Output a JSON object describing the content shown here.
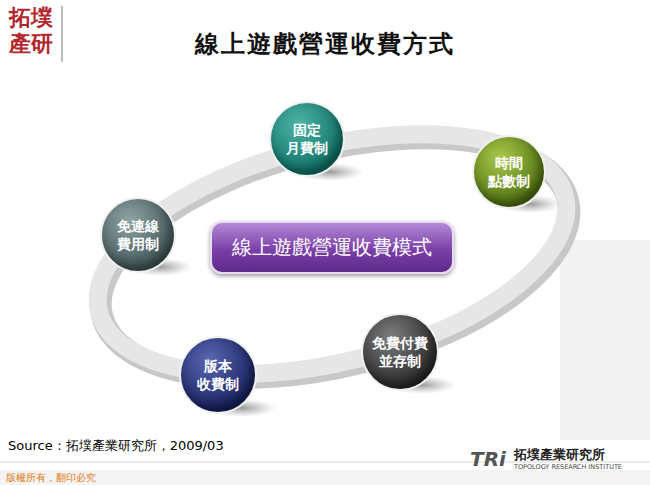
{
  "diagram": {
    "title": "線上遊戲營運收費方式",
    "nodes": [
      {
        "text": [
          "固定 月費制"
        ]
      },
      {
        "text": [
          "時間 點數制"
        ]
      },
      {
        "text": [
          "免連線 費用制"
        ]
      },
      {
        "text": [
          "線上遊戲營運收費模式"
        ]
      },
      {
        "text": [
          "免費付費 並存制"
        ]
      },
      {
        "text": [
          "版本 收費制"
        ]
      }
    ],
    "labels": [
      "拓墣產研",
      "Source：拓墣產業研究所，2009/03",
      "版權所有，翻印必究",
      "TRi",
      "拓墣產業研究所",
      "TOPOLOGY RESEARCH INSTITUTE"
    ]
  }
}
